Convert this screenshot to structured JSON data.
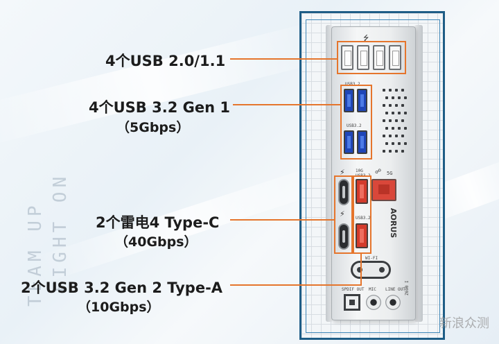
{
  "callouts": [
    {
      "label": "4个USB 2.0/1.1",
      "sub": ""
    },
    {
      "label": "4个USB 3.2 Gen 1",
      "sub": "（5Gbps）"
    },
    {
      "label": "2个雷电4 Type-C",
      "sub": "（40Gbps）"
    },
    {
      "label": "2个USB 3.2 Gen 2 Type-A",
      "sub": "（10Gbps）"
    }
  ],
  "watermark_side": [
    "TEAM UP",
    "FIGHT ON"
  ],
  "watermark_corner": "新浪众测",
  "plate_labels": {
    "usb32_top": "USB3.2",
    "usb32_bottom": "USB3.2",
    "usb32_red": "10G\nUSB3.2",
    "usb32_red2": "USB3.2",
    "lan": "5G",
    "wifi": "WI-FI",
    "spdif": "SPDIF OUT",
    "mic": "MIC",
    "line_out": "LINE OUT",
    "brand": "AORUS",
    "model": "Z690 I"
  },
  "colors": {
    "accent": "#e5752c",
    "frame": "#1e5d86",
    "usb3_blue": "#1f46b8",
    "usb_red": "#d33b2c"
  },
  "icons": [
    "usb-symbol-icon",
    "thunderbolt-icon",
    "lan-icon"
  ]
}
